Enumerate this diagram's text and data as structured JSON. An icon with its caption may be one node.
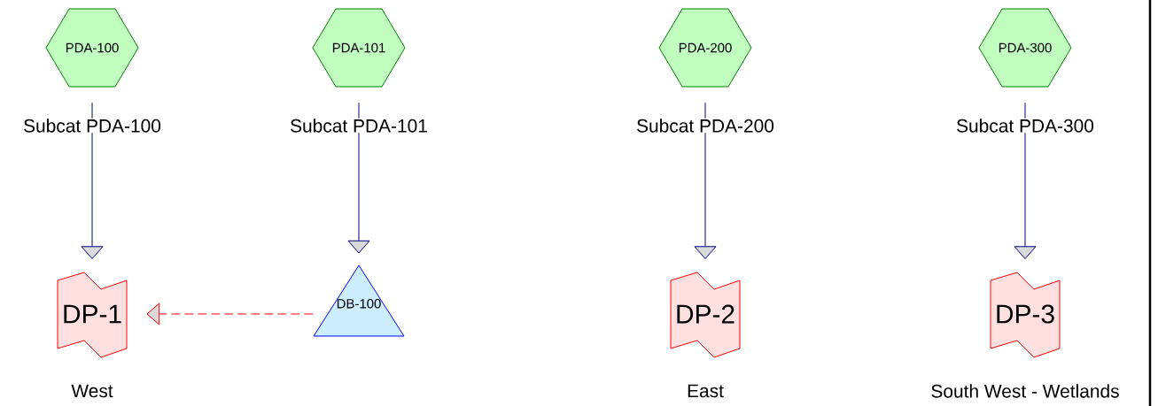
{
  "diagram": {
    "nodes": [
      {
        "text": [
          "PDA-100"
        ],
        "beside": [
          "Subcat PDA-100"
        ]
      },
      {
        "text": [
          "PDA-101"
        ],
        "beside": [
          "Subcat PDA-101"
        ]
      },
      {
        "text": [
          "PDA-200"
        ],
        "beside": [
          "Subcat PDA-200"
        ]
      },
      {
        "text": [
          "PDA-300"
        ],
        "beside": [
          "Subcat PDA-300"
        ]
      },
      {
        "text": [
          "DP-1"
        ],
        "beside": [
          "West"
        ]
      },
      {
        "text": [
          "DB-100"
        ]
      },
      {
        "text": [
          "DP-2"
        ],
        "beside": [
          "East"
        ]
      },
      {
        "text": [
          "DP-3"
        ],
        "beside": [
          "South West - Wetlands"
        ]
      }
    ],
    "edges": [
      {
        "from": 0,
        "to": 4,
        "arrow": "to"
      },
      {
        "from": 1,
        "to": 5,
        "arrow": "to"
      },
      {
        "from": 2,
        "to": 6,
        "arrow": "to"
      },
      {
        "from": 3,
        "to": 7,
        "arrow": "to"
      },
      {
        "from": 5,
        "to": 4,
        "arrow": "to",
        "style": "dashed",
        "color": "#ff0000"
      }
    ]
  }
}
